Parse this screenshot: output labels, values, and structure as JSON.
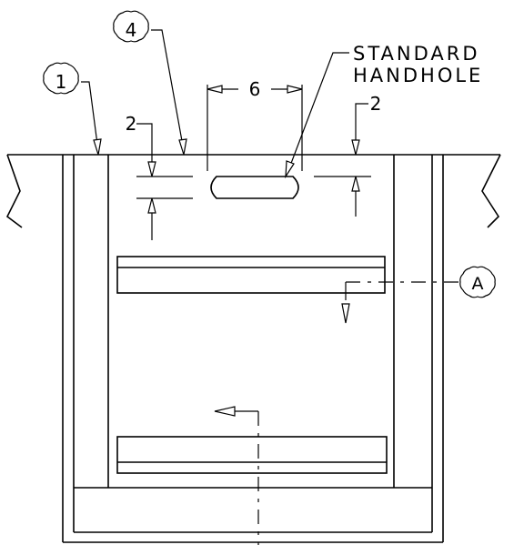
{
  "callouts": {
    "one": "1",
    "four": "4",
    "section": "A"
  },
  "handhole": {
    "line1": "STANDARD",
    "line2": "HANDHOLE"
  },
  "dimensions": {
    "width": "6",
    "left_offset": "2",
    "right_offset": "2"
  }
}
